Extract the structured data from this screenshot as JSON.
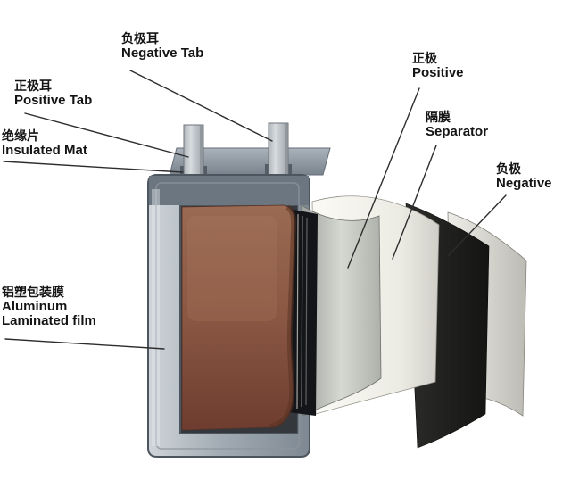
{
  "labels": {
    "negative_tab": {
      "zh": "负极耳",
      "en": "Negative Tab"
    },
    "positive_tab": {
      "zh": "正极耳",
      "en": "Positive Tab"
    },
    "insulated_mat": {
      "zh": "绝缘片",
      "en": "Insulated Mat"
    },
    "aluminum_film": {
      "zh": "铝塑包装膜",
      "en_line1": "Aluminum",
      "en_line2": "Laminated film"
    },
    "positive": {
      "zh": "正极",
      "en": "Positive"
    },
    "separator": {
      "zh": "隔膜",
      "en": "Separator"
    },
    "negative": {
      "zh": "负极",
      "en": "Negative"
    }
  },
  "colors": {
    "background": "#ffffff",
    "case_light": "#cfd5da",
    "case_mid": "#a2abb3",
    "case_dark": "#7e8892",
    "top_seal": "#6b7680",
    "tab_light": "#d8dcdf",
    "copper_light": "#9a6a52",
    "copper_dark": "#6e3d2f",
    "stack_edge": "#141518",
    "positive_sheet": "#d6d8d2",
    "separator_sheet": "#fbfaf5",
    "negative_sheet": "#141412",
    "outer_sheet": "#efede7",
    "leader_line": "#2d2d2d"
  }
}
